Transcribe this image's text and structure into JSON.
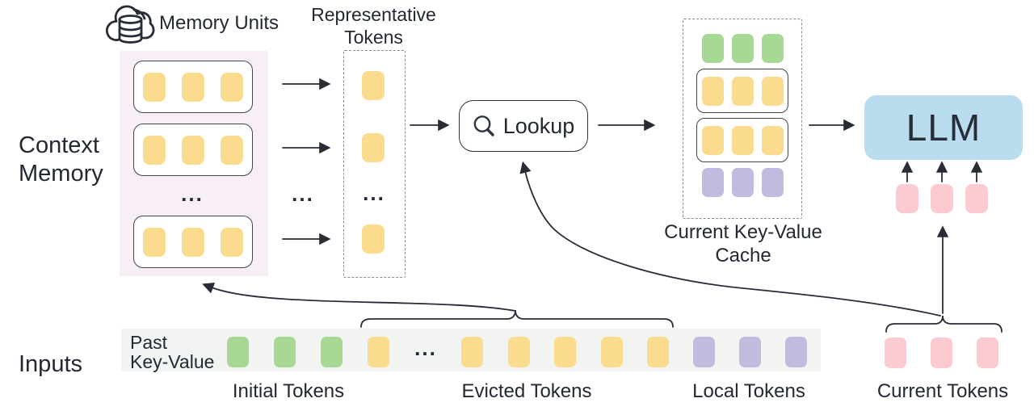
{
  "palette": {
    "yellow": "#FBDC8E",
    "green": "#A7D995",
    "purple": "#BFBCE0",
    "pink": "#FBCBD1",
    "llm_blue": "#B9DCEE",
    "memory_bg": "#F8EEF6",
    "strip_bg": "#F2F4F1",
    "ink": "#232834"
  },
  "labels": {
    "context_memory": "Context\nMemory",
    "memory_units": "Memory Units",
    "representative_tokens": "Representative\nTokens",
    "lookup": "Lookup",
    "current_kv_cache": "Current Key-Value\nCache",
    "llm": "LLM",
    "inputs": "Inputs",
    "past_key_value": "Past\nKey-Value",
    "initial_tokens": "Initial Tokens",
    "evicted_tokens": "Evicted Tokens",
    "local_tokens": "Local Tokens",
    "current_tokens": "Current Tokens",
    "ellipsis": "..."
  },
  "groups": {
    "memory_unit_row": {
      "count": 3,
      "color": "yellow"
    },
    "rep_token": {
      "count": 1,
      "color": "yellow"
    },
    "cache_green_row": {
      "count": 3,
      "color": "green"
    },
    "cache_yellow_row": {
      "count": 3,
      "color": "yellow"
    },
    "cache_purple_row": {
      "count": 3,
      "color": "purple"
    },
    "llm_input_row": {
      "count": 3,
      "color": "pink"
    },
    "input_initial": {
      "count": 3,
      "color": "green"
    },
    "input_evicted_left": {
      "count": 1,
      "color": "yellow"
    },
    "input_evicted_right": {
      "count": 5,
      "color": "yellow"
    },
    "input_local": {
      "count": 3,
      "color": "purple"
    },
    "input_current": {
      "count": 3,
      "color": "pink"
    }
  }
}
